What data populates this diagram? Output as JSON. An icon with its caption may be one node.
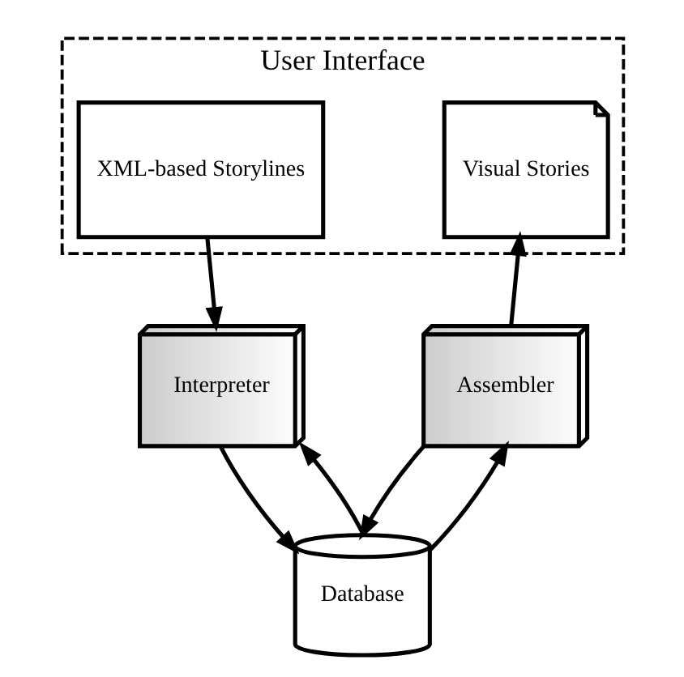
{
  "diagram": {
    "nodes": [
      {
        "text": [
          "User Interface"
        ]
      },
      {
        "text": [
          "XML-based Storylines"
        ],
        "in": 0
      },
      {
        "text": [
          "Visual Stories"
        ],
        "in": 0
      },
      {
        "text": [
          "Interpreter"
        ]
      },
      {
        "text": [
          "Assembler"
        ]
      },
      {
        "text": [
          "Database"
        ]
      }
    ],
    "edges": [
      {
        "from": 1,
        "to": 3,
        "arrow": "to"
      },
      {
        "from": 4,
        "to": 2,
        "arrow": "to"
      },
      {
        "from": 3,
        "to": 5,
        "arrow": "to"
      },
      {
        "from": 5,
        "to": 3,
        "arrow": "to"
      },
      {
        "from": 4,
        "to": 5,
        "arrow": "to"
      },
      {
        "from": 5,
        "to": 4,
        "arrow": "to"
      }
    ]
  }
}
